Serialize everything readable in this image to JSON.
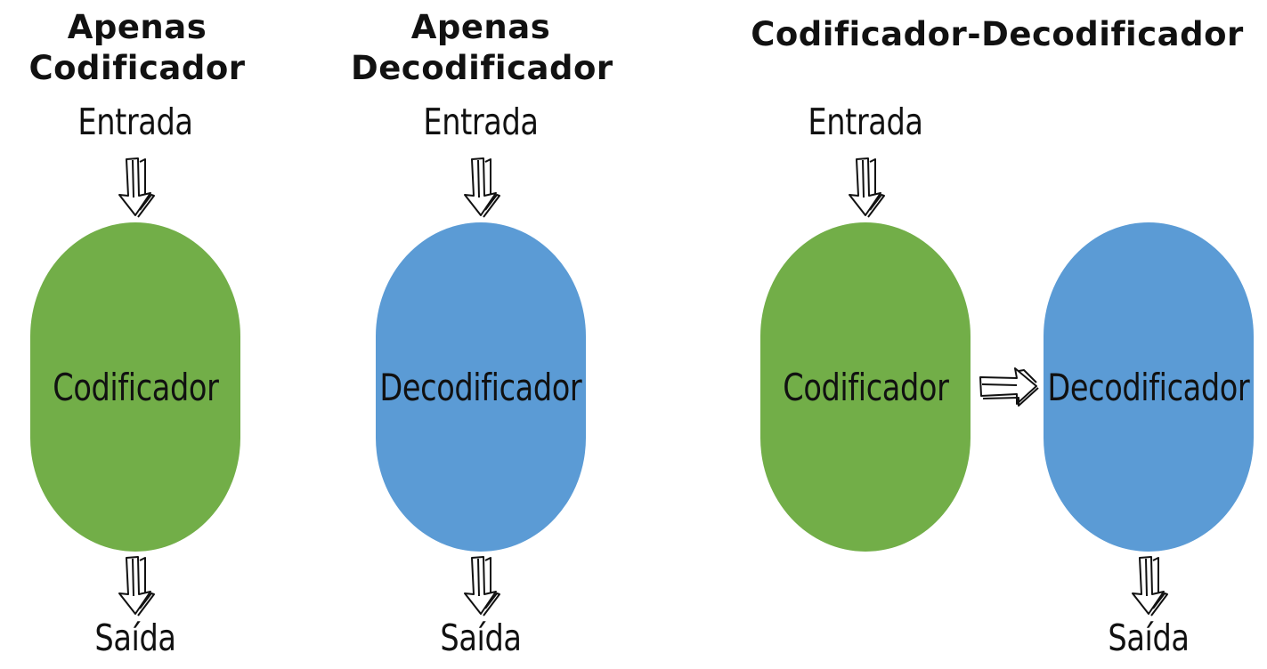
{
  "colors": {
    "encoder": "#72ae48",
    "decoder": "#5b9bd5",
    "ink": "#111111"
  },
  "panels": {
    "encoder_only": {
      "title_line1": "Apenas",
      "title_line2": "Codificador",
      "input": "Entrada",
      "block": "Codificador",
      "output": "Saída"
    },
    "decoder_only": {
      "title_line1": "Apenas",
      "title_line2": "Decodificador",
      "input": "Entrada",
      "block": "Decodificador",
      "output": "Saída"
    },
    "encoder_decoder": {
      "title": "Codificador-Decodificador",
      "input": "Entrada",
      "encoder_block": "Codificador",
      "decoder_block": "Decodificador",
      "output": "Saída"
    }
  },
  "icons": {
    "down_arrow": "hand-drawn-down-arrow-icon",
    "right_arrow": "hand-drawn-right-arrow-icon"
  }
}
